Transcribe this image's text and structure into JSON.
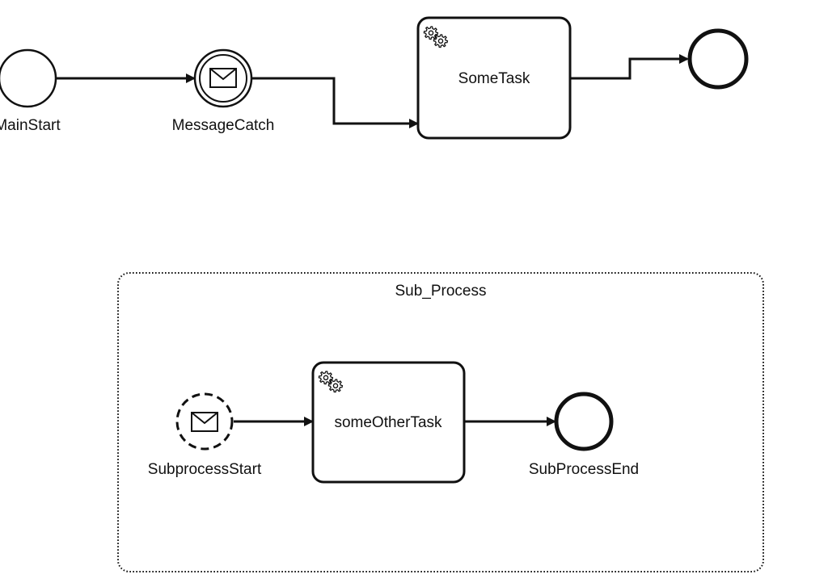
{
  "main_process": {
    "start_event": {
      "label": "MainStart"
    },
    "message_catch_event": {
      "label": "MessageCatch"
    },
    "task": {
      "label": "SomeTask"
    },
    "end_event": {
      "label": ""
    }
  },
  "sub_process": {
    "label": "Sub_Process",
    "start_event": {
      "label": "SubprocessStart"
    },
    "task": {
      "label": "someOtherTask"
    },
    "end_event": {
      "label": "SubProcessEnd"
    }
  },
  "icons": {
    "service_task": "gears-icon",
    "message": "envelope-icon"
  }
}
